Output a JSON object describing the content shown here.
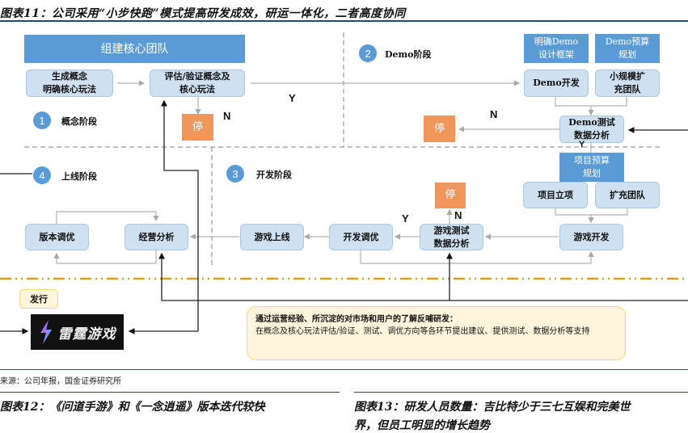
{
  "figure_title": "图表11：公司采用“小步快跑”模式提高研发成效，研运一体化，二者高度协同",
  "stages": {
    "concept": {
      "number": "1",
      "label": "概念阶段"
    },
    "demo": {
      "number": "2",
      "label": "Demo阶段"
    },
    "development": {
      "number": "3",
      "label": "开发阶段"
    },
    "launch": {
      "number": "4",
      "label": "上线阶段"
    }
  },
  "nodes": {
    "build_team": "组建核心团队",
    "generate_concept": "生成概念\n明确核心玩法",
    "evaluate_concept": "评估/验证概念及\n核心玩法",
    "stop_1": "停",
    "define_demo": "明确Demo\n设计框架",
    "demo_budget": "Demo预算\n规划",
    "demo_dev": "Demo开发",
    "small_expand": "小规模扩\n充团队",
    "demo_test": "Demo测试\n数据分析",
    "stop_2": "停",
    "project_budget": "项目预算\n规划",
    "project_setup": "项目立项",
    "expand_team": "扩充团队",
    "game_dev": "游戏开发",
    "game_test": "游戏测试\n数据分析",
    "stop_3": "停",
    "dev_tune": "开发调优",
    "game_launch": "游戏上线",
    "ops_analysis": "经营分析",
    "version_tune": "版本调优"
  },
  "decision_labels": {
    "y1": "Y",
    "n1": "N",
    "n2": "N",
    "y2": "Y",
    "y3": "Y",
    "n3": "N"
  },
  "publish": {
    "label": "发行",
    "logo_text": "雷霆游戏"
  },
  "note": {
    "heading": "通过运营经验、所沉淀的对市场和用户的了解反哺研发：",
    "body": "在概念及核心玩法评估/验证、测试、调优方向等各环节提出建议、提供测试、数据分析等支持"
  },
  "source": "来源：公司年报，国金证券研究所",
  "next_captions": {
    "fig12": "图表12：《问道手游》和《一念逍遥》版本迭代较快",
    "fig13_line1": "图表13：研发人员数量：吉比特少于三七互娱和完美世",
    "fig13_line2": "界，但员工明显的增长趋势"
  },
  "colors": {
    "light_box": "#cfe0f1",
    "dark_box": "#5b9bd5",
    "stop": "#f0965a",
    "note_bg": "#fff5dc",
    "divider_gold": "#c9a227",
    "rule": "#1e4d78"
  }
}
